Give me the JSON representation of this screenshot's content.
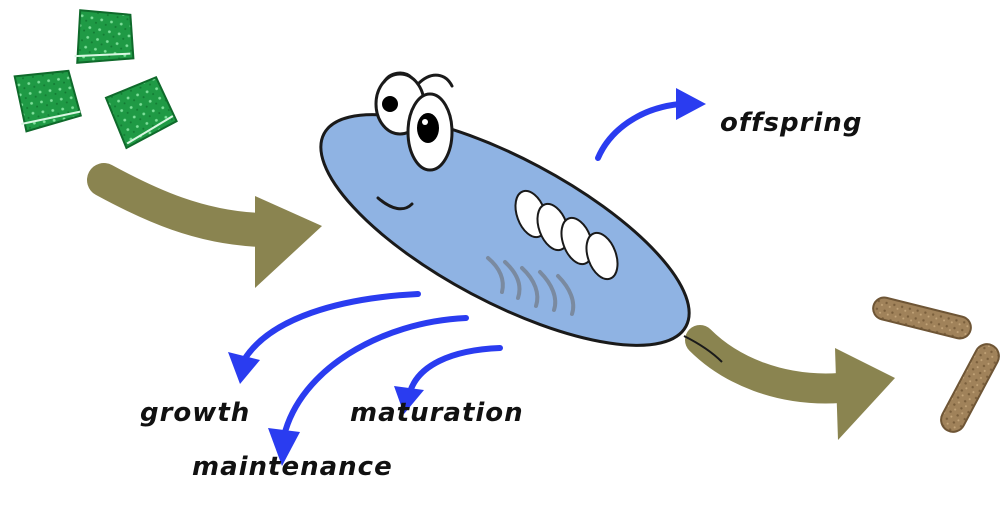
{
  "labels": {
    "offspring": "offspring",
    "growth": "growth",
    "maturation": "maturation",
    "maintenance": "maintenance"
  },
  "colors": {
    "food": "#1f9a45",
    "food_dark": "#137a33",
    "food_highlight": "#b8f0c8",
    "flow_arrow": "#8a8450",
    "energy_arrow": "#2a3cf0",
    "body": "#8fb3e3",
    "body_outline": "#1a1a1a",
    "egg": "#ffffff",
    "waste": "#a0825a",
    "waste_dark": "#6e5535"
  },
  "icons": {
    "food": "green-food-pellet-icon",
    "organism": "cartoon-worm-organism",
    "waste": "brown-waste-pellet-icon"
  }
}
